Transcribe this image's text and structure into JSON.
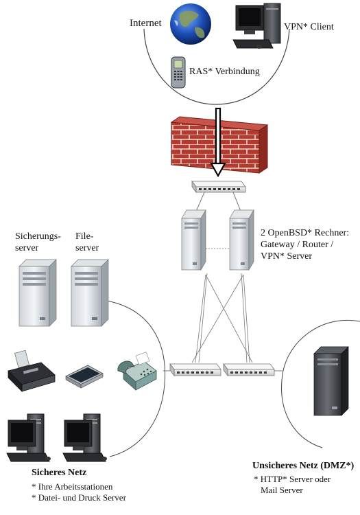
{
  "internet": {
    "internet_label": "Internet",
    "vpn_client_label": "VPN* Client",
    "ras_label": "RAS* Verbindung"
  },
  "gateway": {
    "label_lines": [
      "2 OpenBSD* Rechner:",
      "Gateway / Router /",
      "VPN* Server"
    ]
  },
  "secure_net": {
    "backup_server_label_lines": [
      "Sicherungs-",
      "server"
    ],
    "file_server_label_lines": [
      "File-",
      "server"
    ],
    "title": "Sicheres Netz",
    "items": [
      "* Ihre Arbeitsstationen",
      "* Datei- und Druck Server"
    ]
  },
  "dmz": {
    "title": "Unsicheres Netz (DMZ*)",
    "items_lines": [
      "* HTTP* Server oder",
      "Mail Server"
    ]
  }
}
